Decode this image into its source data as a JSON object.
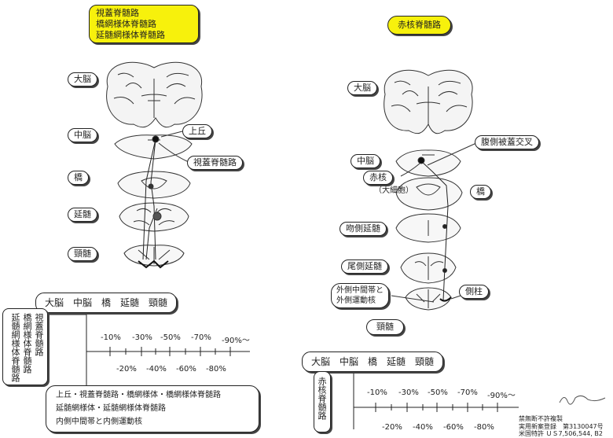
{
  "left": {
    "title_lines": [
      "視蓋脊髄路",
      "橋網様体脊髄路",
      "延髄網様体脊髄路"
    ],
    "levels": [
      "大脳",
      "中脳",
      "橋",
      "延髄",
      "頸髄"
    ],
    "callouts": {
      "joukyu": "上丘",
      "tract": "視蓋脊髄路"
    },
    "scale_header": "大脳　中脳　橋　延髄　頸髄",
    "side_lines": [
      "視蓋脊髄路",
      "橋網様体脊髄路",
      "延髄網様体脊髄路"
    ],
    "upper_ticks": [
      "-10%",
      "-30%",
      "-50%",
      "-70%",
      "-90%～"
    ],
    "lower_ticks": [
      "-20%",
      "-40%",
      "-60%",
      "-80%"
    ],
    "notes": [
      "上丘・視蓋脊髄路・橋網様体・橋網様体脊髄路",
      "延髄網様体・延髄網様体脊髄路",
      "内側中間帯と内側運動核"
    ]
  },
  "right": {
    "title": "赤核脊髄路",
    "levels": {
      "cerebrum": "大脳",
      "midbrain": "中脳",
      "red_nucleus": "赤核",
      "magnocellular": "（大細胞）",
      "pons": "橋",
      "rostral_medulla": "吻側延髄",
      "caudal_medulla": "尾側延髄",
      "cervical": "頸髄"
    },
    "callouts": {
      "decussation": "腹側被蓋交叉",
      "lateral_column": "側柱",
      "zone_lines": [
        "外側中間帯と",
        "外側運動核"
      ]
    },
    "scale_header": "大脳　中脳　橋　延髄　頸髄",
    "side_label": "赤核脊髄路",
    "upper_ticks": [
      "-10%",
      "-30%",
      "-50%",
      "-70%",
      "-90%～"
    ],
    "lower_ticks": [
      "-20%",
      "-40%",
      "-60%",
      "-80%"
    ]
  },
  "footer": {
    "signature": "J. Takeuchi",
    "lines": [
      "禁無断不許複製",
      "実用新案登録　第3130047号",
      "米国特許 ＵＳ7,506,544, B2"
    ]
  }
}
